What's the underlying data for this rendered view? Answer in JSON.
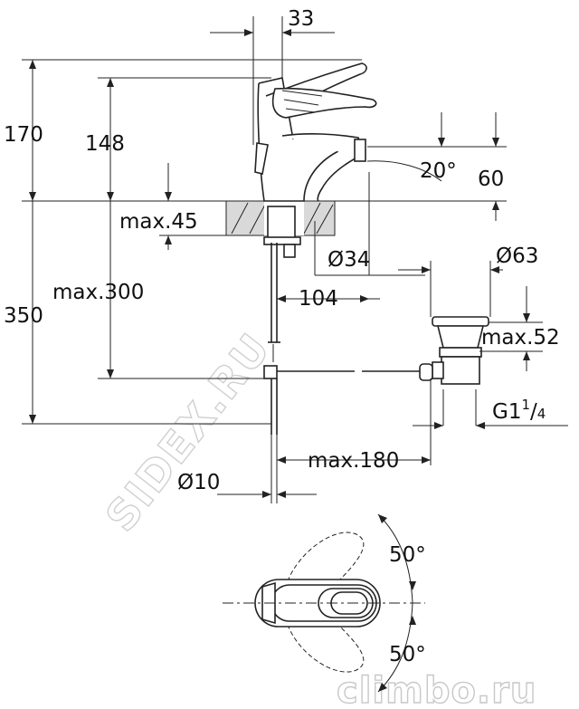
{
  "dimensions": {
    "width_top": "33",
    "height_total": "170",
    "height_spout": "148",
    "lever_angle": "20°",
    "lever_rise": "60",
    "max_deck": "max.45",
    "hole_diameter": "Ø34",
    "max_hose": "max.300",
    "projection": "104",
    "total_height": "350",
    "waste_diameter": "Ø63",
    "max_waste": "max.52",
    "thread_main": "G1",
    "thread_num": "1",
    "thread_den": "4",
    "max_rod": "max.180",
    "rod_diameter": "Ø10",
    "rot_left": "50°",
    "rot_right": "50°"
  },
  "watermarks": {
    "diagonal": "SIDEX.RU",
    "corner": "climbo.ru"
  }
}
